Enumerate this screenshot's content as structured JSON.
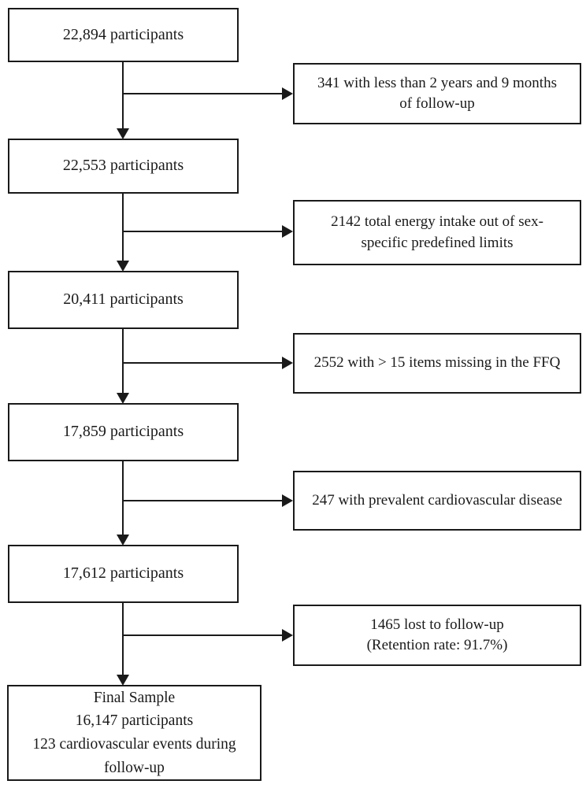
{
  "flow": {
    "steps": [
      {
        "label": "22,894 participants"
      },
      {
        "label": "22,553 participants"
      },
      {
        "label": "20,411 participants"
      },
      {
        "label": "17,859 participants"
      },
      {
        "label": "17,612 participants"
      }
    ],
    "final": {
      "label": "Final Sample\n16,147 participants\n123 cardiovascular events during\nfollow-up"
    },
    "exclusions": [
      {
        "label": "341 with less than 2 years and 9 months\nof follow-up"
      },
      {
        "label": "2142 total energy intake out of sex-\nspecific predefined limits"
      },
      {
        "label": "2552 with > 15 items missing in the FFQ"
      },
      {
        "label": "247 with prevalent cardiovascular disease"
      },
      {
        "label": "1465 lost to follow-up\n(Retention rate: 91.7%)"
      }
    ],
    "colors": {
      "line": "#1a1a1a",
      "text": "#1a1a1a",
      "box_background": "#ffffff",
      "page_background": "#ffffff"
    }
  }
}
